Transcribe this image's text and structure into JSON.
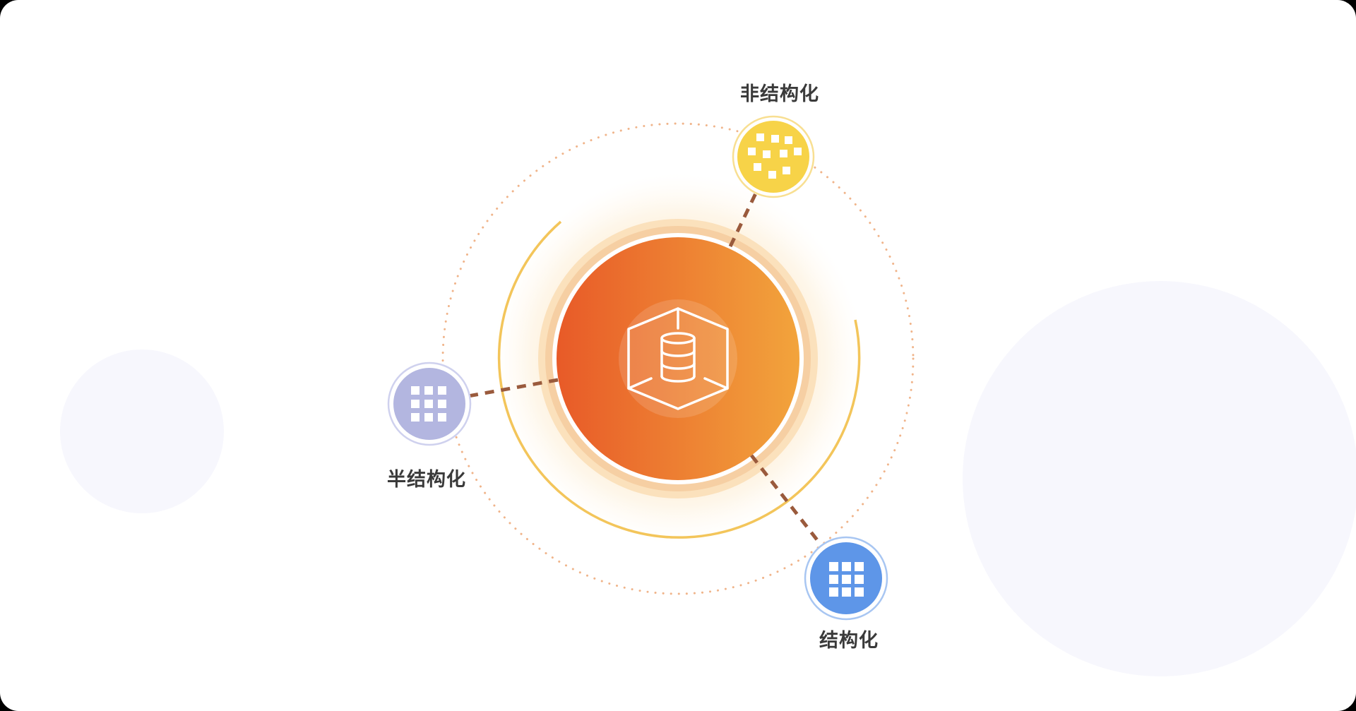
{
  "nodes": {
    "unstructured": {
      "label": "非结构化",
      "color": "#f7d348",
      "icon": "scattered-squares-icon"
    },
    "semi_structured": {
      "label": "半结构化",
      "color": "#b3b6e0",
      "icon": "grid-icon"
    },
    "structured": {
      "label": "结构化",
      "color": "#5e96e8",
      "icon": "grid-icon"
    }
  },
  "center": {
    "icon": "database-cube-icon",
    "gradient": [
      "#e85a28",
      "#f2a43c"
    ]
  },
  "colors": {
    "connector": "#9a5a3c",
    "orbit_dots": "#f0b48a",
    "orbit_arc": "#f3c55a"
  }
}
